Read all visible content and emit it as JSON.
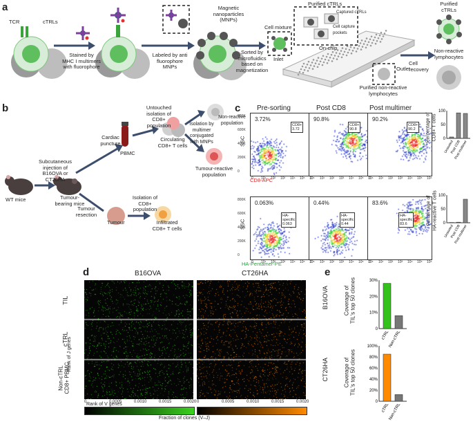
{
  "panels": {
    "a": {
      "label": "a",
      "texts": {
        "tcr": "TCR",
        "ctrls": "cTRLs",
        "stained": "Stained by\nMHC I multimers\nwith fluorophore",
        "labeled": "Labeled by anti\nfluorophore\nMNPs",
        "mnps": "Magnetic\nnanoparticles\n(MNPs)",
        "sorted": "Sorted by\nmicrofluidics\nbased on\nmagnetization",
        "cell_mixture": "Cell mixture",
        "inlet": "Inlet",
        "purified_ctrls": "Purified cTRLs",
        "captured_ctrls": "Captured cTRLs",
        "cell_capture_pockets": "Cell capture\npockets",
        "on_chip": "On-chip",
        "outlet": "Outlet",
        "purified_nonreactive": "Purified non-reactive\nlymphocytes",
        "cell_recovery": "Cell\nrecovery",
        "purified_ctrls_right": "Purified\ncTRLs",
        "nonreactive_lymph": "Non-reactive\nlymphocytes"
      }
    },
    "b": {
      "label": "b",
      "texts": {
        "wt_mice": "WT mice",
        "subcut": "Subcutaneous\ninjection of\nB16OVA or\nCT26HA",
        "cardiac": "Cardiac\npuncture",
        "pbmc": "PBMC",
        "untouched": "Untouched\nisolation of\nCD8+\npopulation",
        "circulating": "Circulating\nCD8+ T cells",
        "isolation_multimer": "Isolation by\nmultimer\nconjugated\nwith MNPs",
        "nonreactive_pop": "Non-reactive\npopulation",
        "tumour_reactive_pop": "Tumour-reactive\npopulation",
        "tumour_bearing": "Tumour-\nbearing mice",
        "tumour_resection": "Tumour\nresection",
        "tumour": "Tumour",
        "isolation_cd8": "Isolation of\nCD8+\npopulation",
        "infiltrated": "Infiltrated\nCD8+ T cells"
      }
    },
    "c": {
      "label": "c",
      "columns": [
        "Pre-sorting",
        "Post CD8",
        "Post multimer"
      ],
      "row1": {
        "percents": [
          "3.72%",
          "90.8%",
          "90.2%"
        ],
        "gates": [
          "CD8+\n3.72",
          "CD8+\n90.8",
          "CD8+\n90.2"
        ],
        "xlabel": "CD8-APC",
        "ylabel": "SSC"
      },
      "row2": {
        "percents": [
          "0.063%",
          "0.44%",
          "83.6%"
        ],
        "gates": [
          "HA-\nspecific\n0.063",
          "HA-\nspecific\n0.44",
          "HA-\nspecific\n83.6"
        ],
        "xlabel": "HA-Pentamer-PE",
        "ylabel": "SSC"
      },
      "yticks": [
        "800K",
        "600K",
        "400K",
        "200K",
        "0"
      ],
      "xticks": [
        "0",
        "10¹",
        "10²",
        "10³",
        "10⁴",
        "10⁵",
        "10⁶"
      ],
      "bar1": {
        "ylabel": "Percentage of\nCD8+ T cells",
        "yticks": [
          "100",
          "50",
          "0"
        ],
        "categories": [
          "Unsorted",
          "Post CD8",
          "Post multimer"
        ],
        "values": [
          5,
          92,
          90
        ]
      },
      "bar2": {
        "ylabel": "Percentage of\nHA-reactive T cells",
        "yticks": [
          "100",
          "50",
          "0"
        ],
        "categories": [
          "Unsorted",
          "Post CD8",
          "Post multimer"
        ],
        "values": [
          1,
          2,
          85
        ]
      }
    },
    "d": {
      "label": "d",
      "col_titles": [
        "B16OVA",
        "CT26HA"
      ],
      "row_labels": [
        "TIL",
        "cTRL",
        "Non-cTRL\nCD8+ PBMC"
      ],
      "rank_j": "Rank of J genes",
      "rank_v": "Rank of V genes",
      "cb_ticks_left": [
        "0",
        "0.0005",
        "0.0010",
        "0.0015",
        "0.0020"
      ],
      "cb_ticks_right": [
        "0",
        "0.0005",
        "0.0010",
        "0.0015",
        "0.0020"
      ],
      "cb_label": "Fraction of clones (V–J)",
      "colors": {
        "green": "#3bd11f",
        "orange": "#ff8a00"
      }
    },
    "e": {
      "label": "e",
      "top": {
        "rowlabel": "B16OVA",
        "ylabel": "Coverage of\nTIL's top 50 clones",
        "yticks": [
          "30%",
          "20%",
          "10%",
          "0"
        ],
        "categories": [
          "cTRL",
          "Non-cTRL"
        ],
        "values": [
          28,
          8
        ],
        "color": "#33c21c"
      },
      "bottom": {
        "rowlabel": "CT26HA",
        "ylabel": "Coverage of\nTIL's top 50 clones",
        "yticks": [
          "100%",
          "80%",
          "60%",
          "40%",
          "20%",
          "0"
        ],
        "categories": [
          "cTRL",
          "Non-cTRL"
        ],
        "values": [
          85,
          12
        ],
        "color": "#ff8a00"
      }
    }
  }
}
